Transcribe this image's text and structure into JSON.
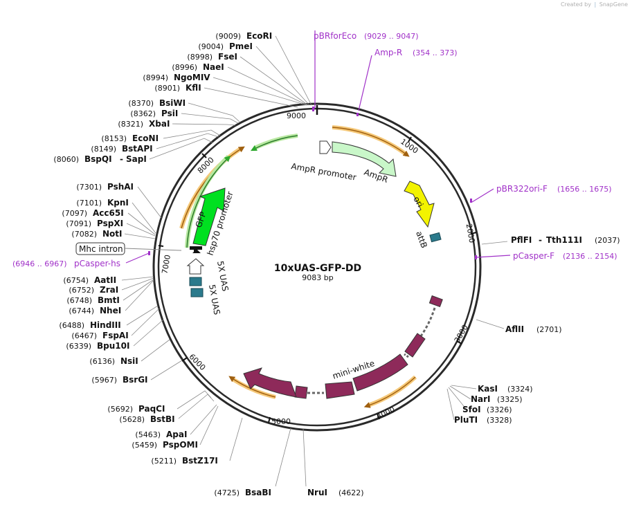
{
  "credit": {
    "text": "Created by",
    "brand": "SnapGene"
  },
  "plasmid": {
    "name": "10xUAS-GFP-DD",
    "size": "9083 bp"
  },
  "colors": {
    "backbone": "#2a2a2a",
    "primer": "#a030c8",
    "orange": "#f0a030",
    "green": "#2ea82e",
    "purple": "#8e2a5a",
    "teal": "#2b7a8c",
    "yellow": "#f3f300",
    "lightgreen": "#c9f7c9"
  },
  "ticks": [
    "1000",
    "2000",
    "3000",
    "4000",
    "5000",
    "6000",
    "7000",
    "8000",
    "9000"
  ],
  "sites": [
    {
      "name": "EcoRI",
      "pos": "(9009)"
    },
    {
      "name": "PmeI",
      "pos": "(9004)"
    },
    {
      "name": "FseI",
      "pos": "(8998)"
    },
    {
      "name": "NaeI",
      "pos": "(8996)"
    },
    {
      "name": "NgoMIV",
      "pos": "(8994)"
    },
    {
      "name": "KflI",
      "pos": "(8901)"
    },
    {
      "name": "BsiWI",
      "pos": "(8370)"
    },
    {
      "name": "PsiI",
      "pos": "(8362)"
    },
    {
      "name": "XbaI",
      "pos": "(8321)"
    },
    {
      "name": "EcoNI",
      "pos": "(8153)"
    },
    {
      "name": "BstAPI",
      "pos": "(8149)"
    },
    {
      "name": "BspQI",
      "name2": "SapI",
      "pos": "(8060)"
    },
    {
      "name": "PshAI",
      "pos": "(7301)"
    },
    {
      "name": "KpnI",
      "pos": "(7101)"
    },
    {
      "name": "Acc65I",
      "pos": "(7097)"
    },
    {
      "name": "PspXI",
      "pos": "(7091)"
    },
    {
      "name": "NotI",
      "pos": "(7082)"
    },
    {
      "name": "AatII",
      "pos": "(6754)"
    },
    {
      "name": "ZraI",
      "pos": "(6752)"
    },
    {
      "name": "BmtI",
      "pos": "(6748)"
    },
    {
      "name": "NheI",
      "pos": "(6744)"
    },
    {
      "name": "HindIII",
      "pos": "(6488)"
    },
    {
      "name": "FspAI",
      "pos": "(6467)"
    },
    {
      "name": "Bpu10I",
      "pos": "(6339)"
    },
    {
      "name": "NsiI",
      "pos": "(6136)"
    },
    {
      "name": "BsrGI",
      "pos": "(5967)"
    },
    {
      "name": "PaqCI",
      "pos": "(5692)"
    },
    {
      "name": "BstBI",
      "pos": "(5628)"
    },
    {
      "name": "ApaI",
      "pos": "(5463)"
    },
    {
      "name": "PspOMI",
      "pos": "(5459)"
    },
    {
      "name": "BstZ17I",
      "pos": "(5211)"
    },
    {
      "name": "BsaBI",
      "pos": "(4725)"
    },
    {
      "name": "NruI",
      "pos": "(4622)"
    },
    {
      "name": "PflFI",
      "name2": "Tth111I",
      "pos": "(2037)"
    },
    {
      "name": "AflII",
      "pos": "(2701)"
    },
    {
      "name": "KasI",
      "pos": "(3324)"
    },
    {
      "name": "NarI",
      "pos": "(3325)"
    },
    {
      "name": "SfoI",
      "pos": "(3326)"
    },
    {
      "name": "PluTI",
      "pos": "(3328)"
    }
  ],
  "primers": [
    {
      "name": "pBRforEco",
      "range": "(9029 .. 9047)"
    },
    {
      "name": "Amp-R",
      "range": "(354 .. 373)"
    },
    {
      "name": "pBR322ori-F",
      "range": "(1656 .. 1675)"
    },
    {
      "name": "pCasper-F",
      "range": "(2136 .. 2154)"
    },
    {
      "name": "pCasper-hs",
      "range": "(6946 .. 6967)"
    }
  ],
  "features": {
    "ampr_promoter": "AmpR promoter",
    "ampr": "AmpR",
    "ori": "ori",
    "attb": "attB",
    "gfp": "GFP",
    "hsp70": "hsp70 promoter",
    "uas1": "5X UAS",
    "uas2": "5X UAS",
    "mini_white": "mini-white",
    "mhc_intron": "Mhc intron"
  }
}
